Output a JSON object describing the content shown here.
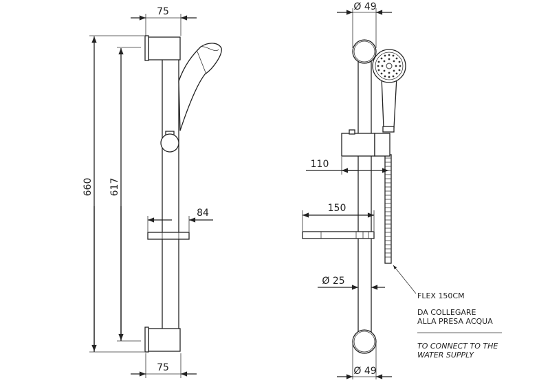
{
  "side_view": {
    "dim_top_width": "75",
    "dim_total_height": "660",
    "dim_fixing_height": "617",
    "dim_soap_dish": "84",
    "dim_bottom_width": "75"
  },
  "front_view": {
    "dim_top_bracket": "Ø 49",
    "dim_holder_depth": "110",
    "dim_soap_dish": "150",
    "dim_rail": "Ø 25",
    "dim_bottom_bracket": "Ø 49"
  },
  "notes": {
    "flex": "FLEX 150CM",
    "it_line1": "DA COLLEGARE",
    "it_line2": "ALLA PRESA ACQUA",
    "en_line1": "TO CONNECT TO THE",
    "en_line2": "WATER SUPPLY"
  }
}
